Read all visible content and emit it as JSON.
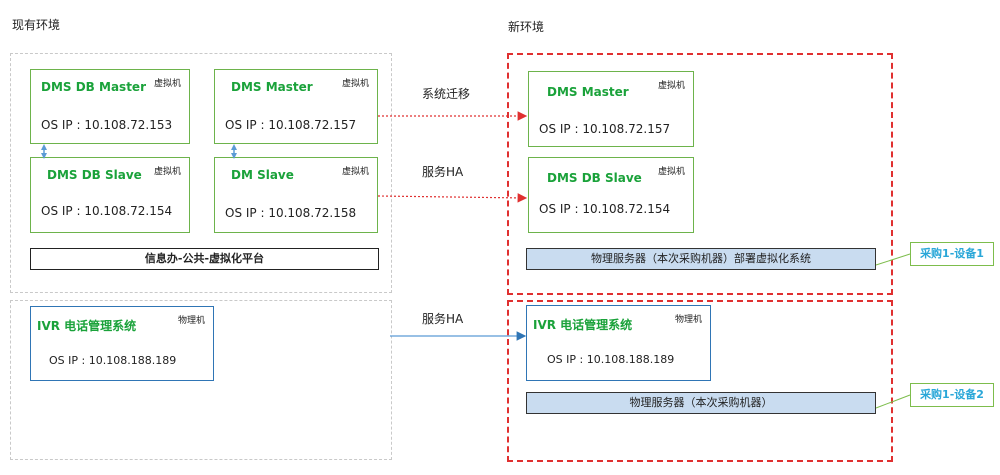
{
  "sections": {
    "existing_title": "现有环境",
    "new_title": "新环境"
  },
  "existing": {
    "vm_group": {
      "nodes": [
        {
          "name": "DMS DB Master",
          "type": "虚拟机",
          "ip": "OS IP : 10.108.72.153"
        },
        {
          "name": "DMS Master",
          "type": "虚拟机",
          "ip": "OS IP : 10.108.72.157"
        },
        {
          "name": "DMS DB Slave",
          "type": "虚拟机",
          "ip": "OS IP : 10.108.72.154"
        },
        {
          "name": "DM Slave",
          "type": "虚拟机",
          "ip": "OS IP : 10.108.72.158"
        }
      ],
      "platform_label": "信息办-公共-虚拟化平台"
    },
    "physical_group": {
      "node": {
        "name": "IVR 电话管理系统",
        "type": "物理机",
        "ip": "OS IP : 10.108.188.189"
      }
    }
  },
  "new": {
    "group1": {
      "nodes": [
        {
          "name": "DMS Master",
          "type": "虚拟机",
          "ip": "OS IP : 10.108.72.157"
        },
        {
          "name": "DMS DB Slave",
          "type": "虚拟机",
          "ip": "OS IP : 10.108.72.154"
        }
      ],
      "server_label": "物理服务器（本次采购机器）部署虚拟化系统",
      "tag": "采购1-设备1"
    },
    "group2": {
      "node": {
        "name": "IVR 电话管理系统",
        "type": "物理机",
        "ip": "OS IP : 10.108.188.189"
      },
      "server_label": "物理服务器（本次采购机器）",
      "tag": "采购1-设备2"
    }
  },
  "arrows": {
    "migrate_label": "系统迁移",
    "ha_label_1": "服务HA",
    "ha_label_2": "服务HA"
  },
  "colors": {
    "red_dash": "#e03030",
    "gray_dash": "#c9c9c9",
    "green_title": "#1aa23a",
    "server_fill": "#c9dcf0",
    "tag_text": "#2aa7d8",
    "blue_border": "#2f75b5"
  }
}
